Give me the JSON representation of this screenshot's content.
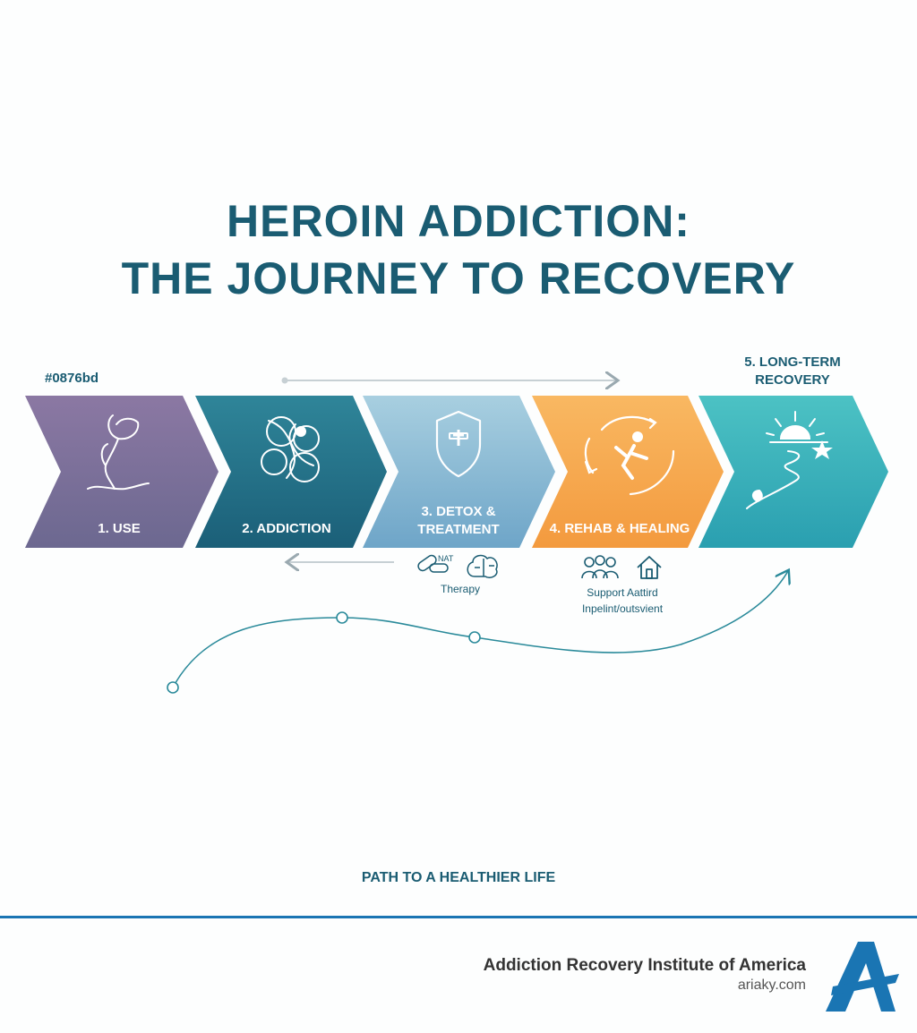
{
  "title": {
    "line1": "HEROIN ADDICTION:",
    "line2": "THE JOURNEY TO RECOVERY"
  },
  "color_code_label": "#0876bd",
  "stages": [
    {
      "label": "1. USE",
      "icon": "poppy-flower-icon",
      "color_top": "#8b78a3",
      "color_bottom": "#6c6890"
    },
    {
      "label": "2. ADDICTION",
      "icon": "tangled-knot-icon",
      "color_top": "#2f8599",
      "color_bottom": "#1b5f78"
    },
    {
      "label_line1": "3. DETOX &",
      "label_line2": "TREATMENT",
      "icon": "medical-shield-icon",
      "color_top": "#a8cfe0",
      "color_bottom": "#6ea5c8"
    },
    {
      "label": "4. REHAB & HEALING",
      "icon": "person-cycle-icon",
      "color_top": "#f9b862",
      "color_bottom": "#f39a3e"
    },
    {
      "label_line1": "5. LONG-TERM",
      "label_line2": "RECOVERY",
      "icon": "sunrise-path-icon",
      "color_top": "#4cc2c4",
      "color_bottom": "#2a9fb0"
    }
  ],
  "treatment_details": {
    "nat_label": "NAT",
    "therapy_label": "Therapy",
    "icons": [
      "pills-icon",
      "brain-icon"
    ]
  },
  "rehab_details": {
    "line1": "Support Aattird",
    "line2": "Inpelint/outsvient",
    "icons": [
      "group-icon",
      "home-icon"
    ]
  },
  "path_label": "PATH TO A HEALTHIER LIFE",
  "organization": {
    "name": "Addiction Recovery Institute of America",
    "url": "ariaky.com",
    "logo_color": "#1a75b3"
  }
}
